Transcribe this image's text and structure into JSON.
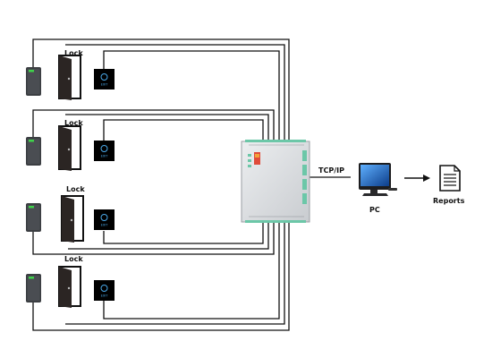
{
  "door_units": [
    {
      "lock_label": "Lock"
    },
    {
      "lock_label": "Lock"
    },
    {
      "lock_label": "Lock"
    },
    {
      "lock_label": "Lock"
    }
  ],
  "exit_button_text": "EXIT",
  "network_link_label": "TCP/IP",
  "pc_label": "PC",
  "reports_label": "Reports",
  "colors": {
    "wire": "#111111",
    "controller_body": "#dadcde",
    "terminal_green": "#6cc7a8",
    "reader_body": "#3b3e42",
    "reader_led": "#3fd24a",
    "door_leaf": "#2b2523",
    "exit_button": "#000000",
    "exit_glyph": "#4aa8e8",
    "monitor_screen": "#1e64b8"
  },
  "icons": [
    "card-reader-icon",
    "door-icon",
    "exit-button-icon",
    "controller-icon",
    "pc-icon",
    "arrow-icon",
    "report-document-icon"
  ]
}
